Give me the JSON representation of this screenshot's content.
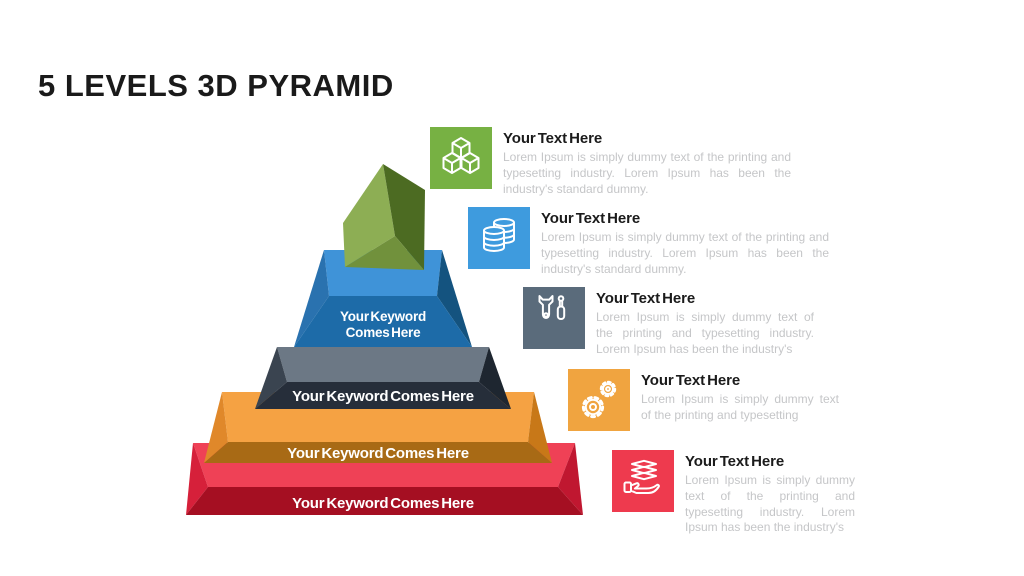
{
  "slide": {
    "title": "5 LEVELS 3D PYRAMID"
  },
  "pyramid": {
    "levels": [
      {
        "name": "green-apex",
        "label": "",
        "colors": {
          "left": "#8DAE54",
          "right": "#4C6B22",
          "front": "#71913C"
        }
      },
      {
        "name": "blue",
        "label_line1": "Your Keyword",
        "label_line2": "Comes Here",
        "colors": {
          "top": "#3F93D8",
          "front": "#1D6BA8",
          "left": "#2A72AF",
          "right": "#14537F"
        }
      },
      {
        "name": "slate",
        "label": "Your Keyword Comes Here",
        "colors": {
          "top": "#6C7885",
          "front": "#262E3A",
          "left": "#3A4450",
          "right": "#1E2630"
        }
      },
      {
        "name": "orange",
        "label": "Your Keyword Comes Here",
        "colors": {
          "top": "#F5A243",
          "front": "#A86A15",
          "left": "#E0882A",
          "right": "#C87818"
        }
      },
      {
        "name": "red",
        "label": "Your Keyword Comes Here",
        "colors": {
          "top": "#EF4156",
          "front": "#A50F22",
          "left": "#D6203A",
          "right": "#C01730"
        }
      }
    ]
  },
  "items": [
    {
      "icon": "cubes-icon",
      "icon_bg": "#77B143",
      "title": "Your Text Here",
      "body": "Lorem Ipsum is simply dummy text of the printing and typesetting industry. Lorem Ipsum has been the industry's standard dummy."
    },
    {
      "icon": "database-icon",
      "icon_bg": "#3E9BDE",
      "title": "Your Text Here",
      "body": "Lorem Ipsum is simply dummy text of the printing and typesetting industry. Lorem Ipsum has been the industry's standard dummy."
    },
    {
      "icon": "tools-icon",
      "icon_bg": "#5A6B7B",
      "title": "Your Text Here",
      "body": "Lorem Ipsum is simply dummy text of the printing and typesetting industry. Lorem Ipsum has been the industry's"
    },
    {
      "icon": "gears-icon",
      "icon_bg": "#F0A440",
      "title": "Your Text Here",
      "body": "Lorem Ipsum is simply dummy text of the printing and typesetting"
    },
    {
      "icon": "hand-layers-icon",
      "icon_bg": "#EE3A4E",
      "title": "Your Text Here",
      "body": "Lorem Ipsum is simply dummy text of the printing and typesetting industry. Lorem Ipsum has been the industry's"
    }
  ]
}
